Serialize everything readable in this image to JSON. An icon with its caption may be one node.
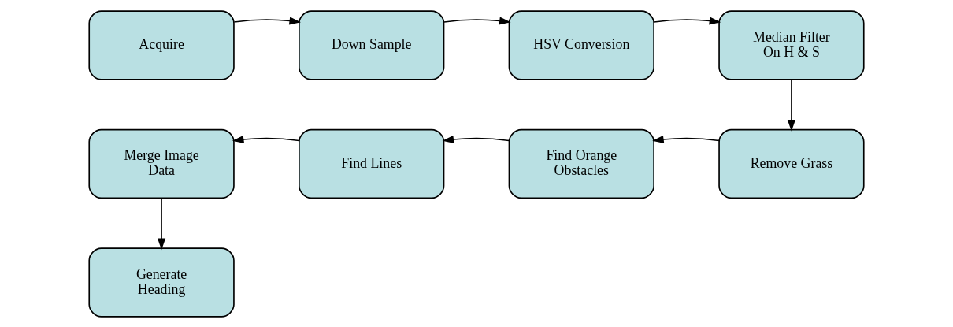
{
  "diagram": {
    "nodes": [
      {
        "text": [
          "Acquire"
        ]
      },
      {
        "text": [
          "Down Sample"
        ]
      },
      {
        "text": [
          "HSV Conversion"
        ]
      },
      {
        "text": [
          "Median Filter On H & S"
        ]
      },
      {
        "text": [
          "Merge Image Data"
        ]
      },
      {
        "text": [
          "Find Lines"
        ]
      },
      {
        "text": [
          "Find Orange Obstacles"
        ]
      },
      {
        "text": [
          "Remove Grass"
        ]
      },
      {
        "text": [
          "Generate Heading"
        ]
      }
    ],
    "edges": [
      {
        "from": 0,
        "to": 1,
        "arrow": "to"
      },
      {
        "from": 1,
        "to": 2,
        "arrow": "to"
      },
      {
        "from": 2,
        "to": 3,
        "arrow": "to"
      },
      {
        "from": 3,
        "to": 7,
        "arrow": "to"
      },
      {
        "from": 7,
        "to": 6,
        "arrow": "to"
      },
      {
        "from": 6,
        "to": 5,
        "arrow": "to"
      },
      {
        "from": 5,
        "to": 4,
        "arrow": "to"
      },
      {
        "from": 4,
        "to": 8,
        "arrow": "to"
      }
    ]
  }
}
